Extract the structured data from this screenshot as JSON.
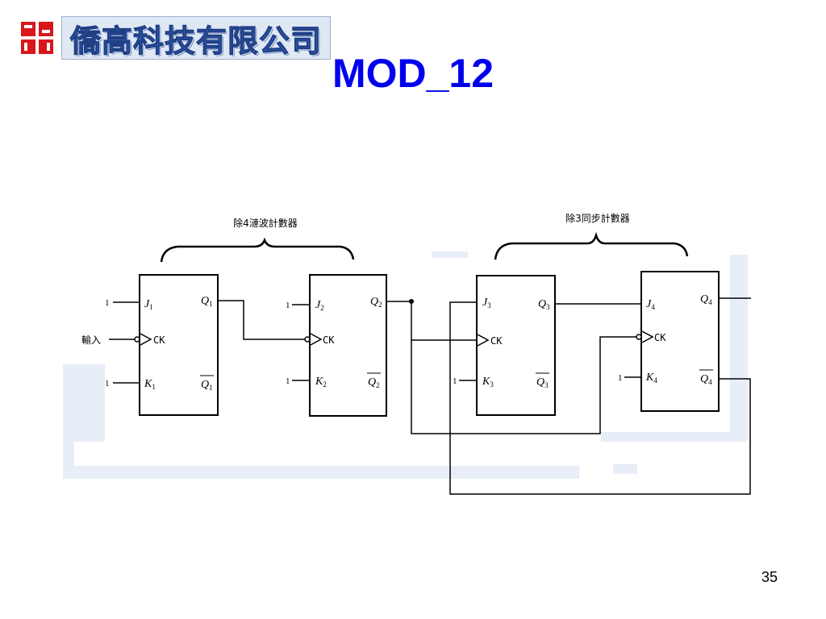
{
  "header": {
    "logo_text": "僑高科技有限公司",
    "title": "MOD_12"
  },
  "colors": {
    "title": "#0000ee",
    "logo_red": "#d9161c",
    "logo_blue": "#3b63b5",
    "watermark": "#e8eef7"
  },
  "diagram": {
    "bracket_left_label": "除4漣波計數器",
    "bracket_right_label": "除3同步計數器",
    "input_label": "輸入",
    "ff1": {
      "j": "J",
      "j_sub": "1",
      "k": "K",
      "k_sub": "1",
      "q": "Q",
      "q_sub": "1",
      "qbar": "Q",
      "qbar_sub": "1",
      "ck": "CK",
      "j_input": "1",
      "k_input": "1"
    },
    "ff2": {
      "j": "J",
      "j_sub": "2",
      "k": "K",
      "k_sub": "2",
      "q": "Q",
      "q_sub": "2",
      "qbar": "Q",
      "qbar_sub": "2",
      "ck": "CK",
      "j_input": "1",
      "k_input": "1"
    },
    "ff3": {
      "j": "J",
      "j_sub": "3",
      "k": "K",
      "k_sub": "3",
      "q": "Q",
      "q_sub": "3",
      "qbar": "Q",
      "qbar_sub": "3",
      "ck": "CK",
      "k_input": "1"
    },
    "ff4": {
      "j": "J",
      "j_sub": "4",
      "k": "K",
      "k_sub": "4",
      "q": "Q",
      "q_sub": "4",
      "qbar": "Q",
      "qbar_sub": "4",
      "ck": "CK",
      "k_input": "1"
    }
  },
  "footer": {
    "page_number": "35"
  }
}
